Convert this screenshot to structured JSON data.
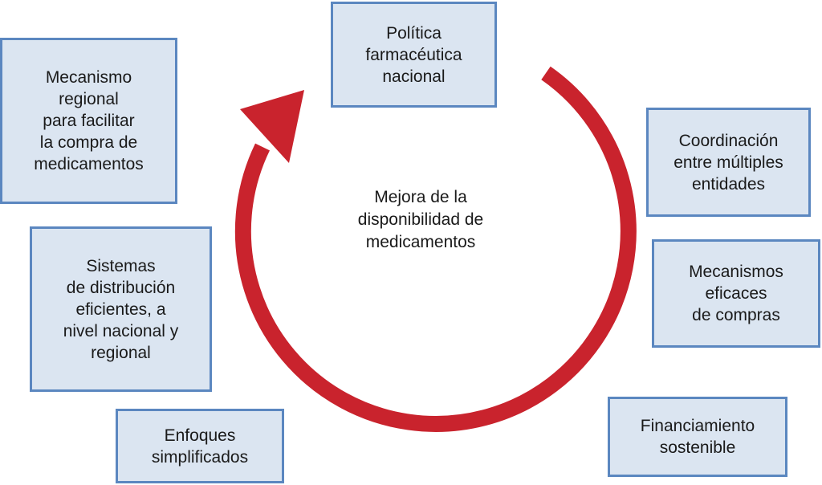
{
  "diagram": {
    "center_text": "Mejora de la\ndisponibilidad de\nmedicamentos",
    "nodes": {
      "politica": "Política\nfarmacéutica\nnacional",
      "coordinacion": "Coordinación\nentre múltiples\nentidades",
      "mecanismos_compras": "Mecanismos\neficaces\nde compras",
      "financiamiento": "Financiamiento\nsostenible",
      "enfoques": "Enfoques\nsimplificados",
      "sistemas": "Sistemas\nde distribución\neficientes, a\nnivel nacional y\nregional",
      "mecanismo_regional": "Mecanismo\nregional\npara facilitar\nla compra de\nmedicamentos"
    },
    "colors": {
      "arrow": "#c9232d",
      "box_fill": "#dbe5f1",
      "box_border": "#5b87c0"
    }
  }
}
